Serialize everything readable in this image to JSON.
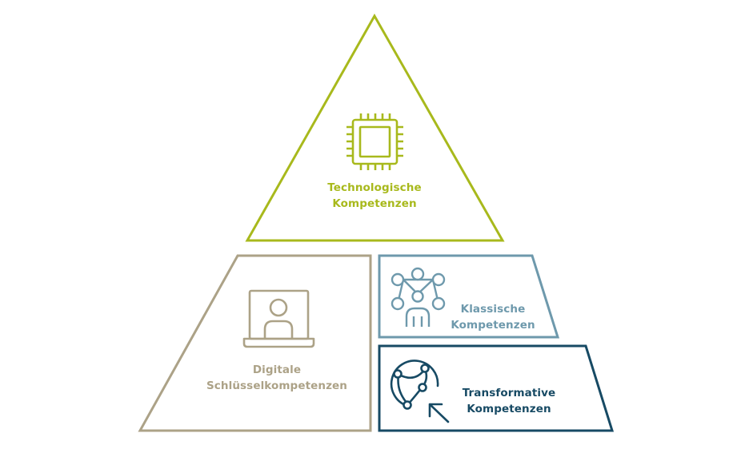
{
  "diagram": {
    "sections": [
      {
        "id": "technological",
        "lines": [
          "Technologische",
          "Kompetenzen"
        ],
        "icon": "chip-icon",
        "color": "#a8b91c"
      },
      {
        "id": "digital",
        "lines": [
          "Digitale",
          "Schlüsselkompetenzen"
        ],
        "icon": "laptop-user-icon",
        "color": "#aca287"
      },
      {
        "id": "classic",
        "lines": [
          "Klassische",
          "Kompetenzen"
        ],
        "icon": "network-person-icon",
        "color": "#6e99ac"
      },
      {
        "id": "transformative",
        "lines": [
          "Transformative",
          "Kompetenzen"
        ],
        "icon": "globe-cursor-icon",
        "color": "#174a64"
      }
    ]
  }
}
